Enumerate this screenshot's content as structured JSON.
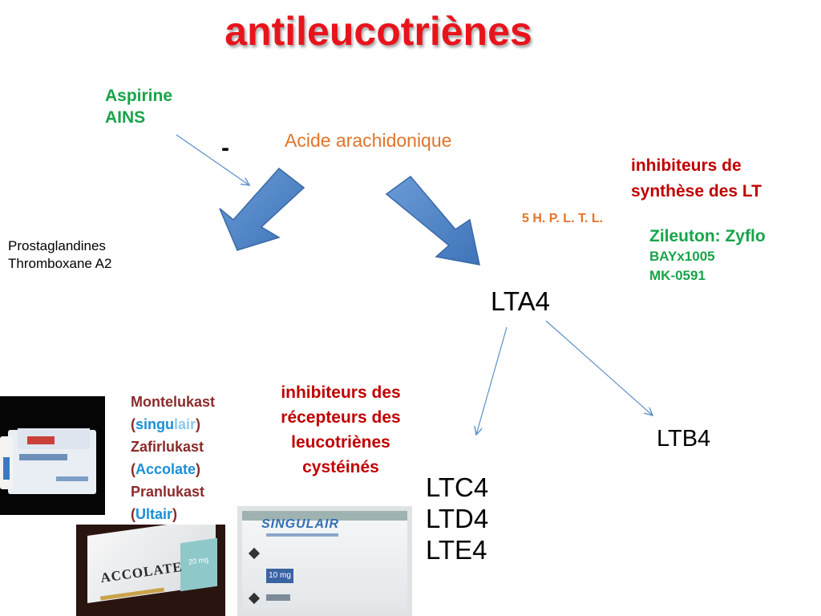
{
  "title": "antileucotriènes",
  "aspirine": {
    "line1": "Aspirine",
    "line2": "AINS"
  },
  "minus_sign": "-",
  "acide": "Acide arachidonique",
  "prostaglandines": {
    "line1": "Prostaglandines",
    "line2": "Thromboxane A2"
  },
  "synthese_inhibitors": {
    "line1": "inhibiteurs de",
    "line2": "synthèse des LT"
  },
  "enzyme": "5 H. P. L. T. L.",
  "zileuton": {
    "name": "Zileuton: Zyflo",
    "alt1": "BAYx1005",
    "alt2": "MK-0591"
  },
  "lta4": "LTA4",
  "ltb4": "LTB4",
  "receptor_inhibitors": {
    "line1": "inhibiteurs des",
    "line2": "récepteurs des",
    "line3": "leucotriènes",
    "line4": "cystéinés"
  },
  "drugs": {
    "montelukast": "Montelukast",
    "singulair_open": "(",
    "singulair_a": "singu",
    "singulair_b": "lair",
    "singulair_close": ")",
    "zafirlukast": "Zafirlukast",
    "accolate_open": "(",
    "accolate": "Accolate",
    "accolate_close": ")",
    "pranlukast": "Pranlukast",
    "ultair_open": "(",
    "ultair": "Ultair",
    "ultair_close": ")"
  },
  "cysteinyl": {
    "ltc4": "LTC4",
    "ltd4": "LTD4",
    "lte4": "LTE4"
  },
  "photo_labels": {
    "accolate_box": "ACCOLATE",
    "accolate_dose": "20 mg",
    "singulair_box": "SINGULAIR",
    "singulair_dose": "10 mg"
  },
  "colors": {
    "title": "#e8141c",
    "green": "#18a44a",
    "orange": "#e2742b",
    "red": "#c00000",
    "arrow_fill": "#4f86c6",
    "thin_arrow": "#5b8fc9"
  }
}
